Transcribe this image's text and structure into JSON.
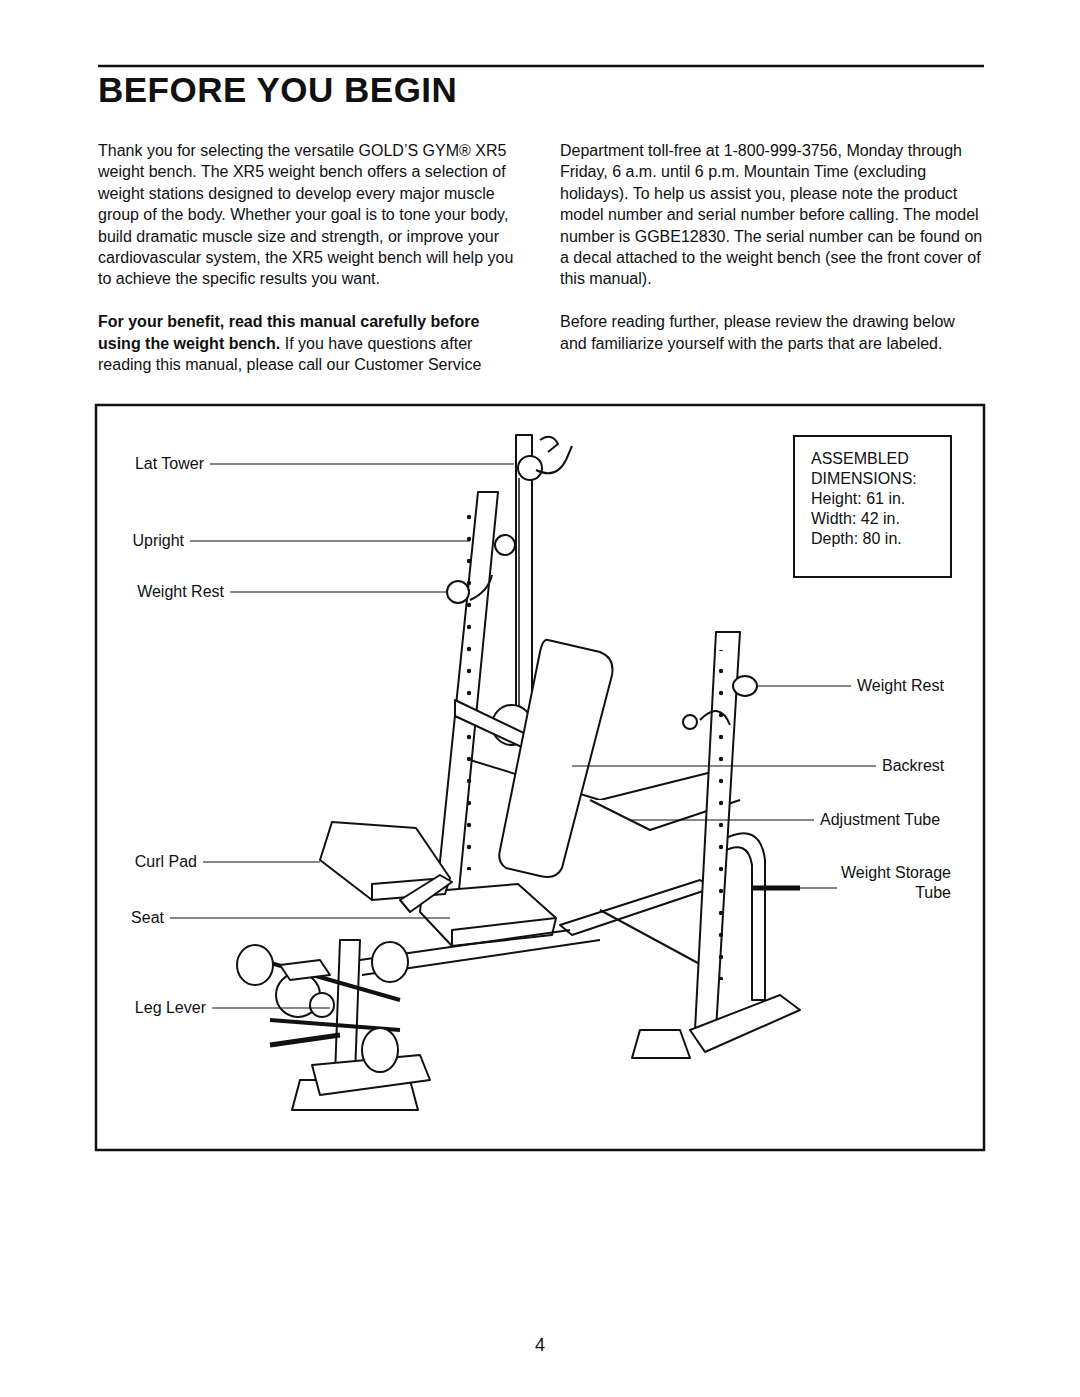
{
  "diagram": {
    "title": "BEFORE YOU BEGIN",
    "nodes": [
      {
        "text": [
          "ASSEMBLED DIMENSIONS:",
          "Height: 61 in.",
          "Width: 42 in.",
          "Depth: 80 in."
        ]
      }
    ],
    "labels": [
      "Thank you for selecting the versatile GOLD’S GYM® XR5 weight bench. The XR5 weight bench offers a selection of weight stations designed to develop every major muscle group of the body. Whether your goal is to tone your body, build dramatic muscle size and strength, or improve your cardiovascular system, the XR5 weight bench will help you to achieve the specific results you want.",
      "For your benefit, read this manual carefully before using the weight bench.",
      "If you have questions after reading this manual, please call our Customer Service Department toll-free at 1-800-999-3756, Monday through Friday, 6 a.m. until 6 p.m. Mountain Time (excluding holidays). To help us assist you, please note the product model number and serial number before calling. The model number is GGBE12830. The serial number can be found on a decal attached to the weight bench (see the front cover of this manual).",
      "Before reading further, please review the drawing below and familiarize yourself with the parts that are labeled.",
      "Lat Tower",
      "Upright",
      "Weight Rest",
      "Curl Pad",
      "Seat",
      "Leg Lever",
      "Weight Rest",
      "Backrest",
      "Adjustment Tube",
      "Weight Storage Tube",
      "4"
    ]
  }
}
